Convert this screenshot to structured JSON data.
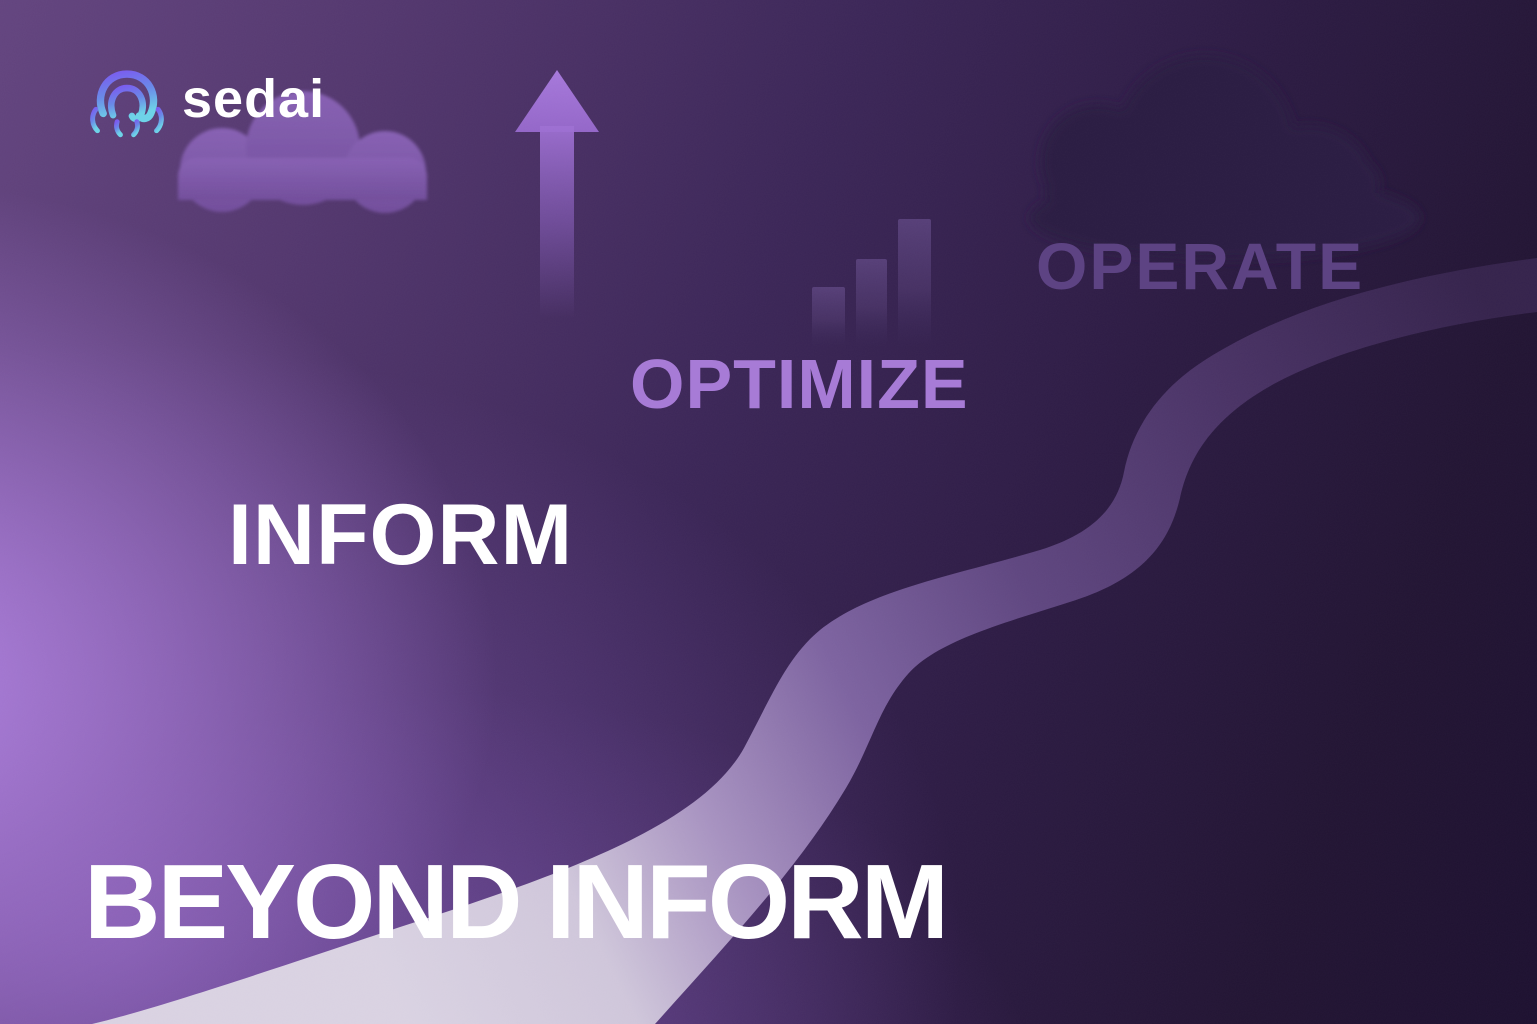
{
  "brand": {
    "name": "sedai",
    "icon": "sedai-octopus-logo-icon"
  },
  "journey": {
    "stages": [
      {
        "id": "inform",
        "label": "INFORM"
      },
      {
        "id": "optimize",
        "label": "OPTIMIZE"
      },
      {
        "id": "operate",
        "label": "OPERATE"
      }
    ]
  },
  "headline": "BEYOND INFORM",
  "decorations": [
    "cloud-left",
    "cloud-right-dark",
    "growth-arrow-up-icon",
    "ascending-bar-chart-icon",
    "winding-path"
  ],
  "colors": {
    "bg-top-left": "#5e3f7c",
    "bg-bottom-right": "#1d1030",
    "glow-lavender": "#b98aec",
    "inform-text": "#ffffff",
    "optimize-text": "#a77bd6",
    "operate-text": "#5d4383",
    "headline-text": "#ffffff",
    "brand-text": "#ffffff",
    "logo-gradient-top": "#7b5cf0",
    "logo-gradient-bottom": "#6ed3e8",
    "path-light": "#d9d2e2",
    "path-dark": "#35234c",
    "arrow": "#9d6fd2",
    "bars": "#4f3a6d",
    "cloud-left": "#7e57a9",
    "cloud-right": "#2c1a42"
  }
}
